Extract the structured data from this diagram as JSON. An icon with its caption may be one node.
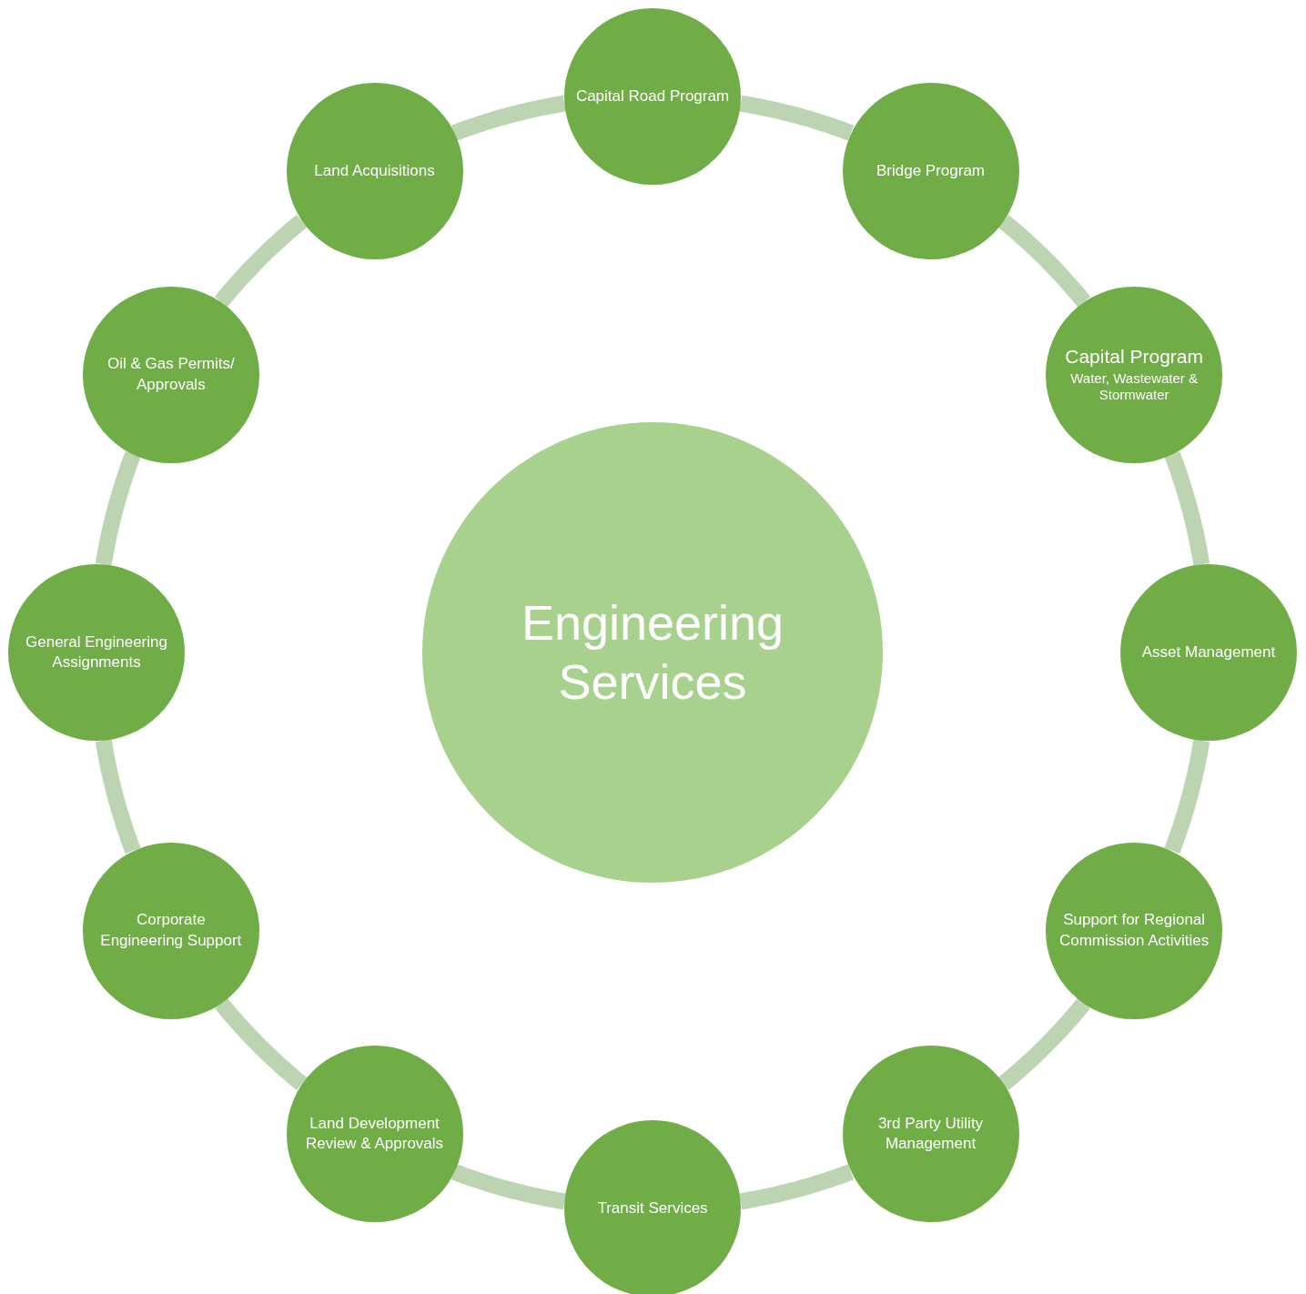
{
  "diagram": {
    "nodes": [
      {
        "text": [
          "Engineering Services"
        ]
      },
      {
        "text": [
          "Capital Road Program"
        ]
      },
      {
        "text": [
          "Bridge Program"
        ]
      },
      {
        "text": [
          "Capital Program",
          "Water, Wastewater & Stormwater"
        ]
      },
      {
        "text": [
          "Asset Management"
        ]
      },
      {
        "text": [
          "Support for Regional Commission Activities"
        ]
      },
      {
        "text": [
          "3rd Party Utility Management"
        ]
      },
      {
        "text": [
          "Transit Services"
        ]
      },
      {
        "text": [
          "Land Development Review & Approvals"
        ]
      },
      {
        "text": [
          "Corporate Engineering Support"
        ]
      },
      {
        "text": [
          "General Engineering Assignments"
        ]
      },
      {
        "text": [
          "Oil & Gas Permits/ Approvals"
        ]
      },
      {
        "text": [
          "Land Acquisitions"
        ]
      }
    ],
    "edges": [
      {
        "from": 1,
        "to": 2,
        "arrow": "none"
      },
      {
        "from": 2,
        "to": 3,
        "arrow": "none"
      },
      {
        "from": 3,
        "to": 4,
        "arrow": "none"
      },
      {
        "from": 4,
        "to": 5,
        "arrow": "none"
      },
      {
        "from": 5,
        "to": 6,
        "arrow": "none"
      },
      {
        "from": 6,
        "to": 7,
        "arrow": "none"
      },
      {
        "from": 7,
        "to": 8,
        "arrow": "none"
      },
      {
        "from": 8,
        "to": 9,
        "arrow": "none"
      },
      {
        "from": 9,
        "to": 10,
        "arrow": "none"
      },
      {
        "from": 10,
        "to": 11,
        "arrow": "none"
      },
      {
        "from": 11,
        "to": 12,
        "arrow": "none"
      },
      {
        "from": 12,
        "to": 1,
        "arrow": "none"
      }
    ]
  }
}
